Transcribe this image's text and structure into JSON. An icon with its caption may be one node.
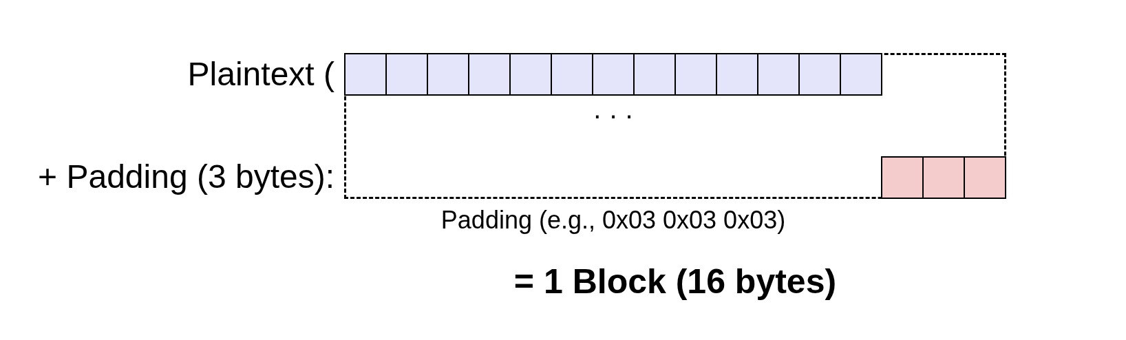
{
  "diagram": {
    "nodes": [
      {
        "text": [],
        "shape": "box"
      },
      {
        "text": [],
        "shape": "box",
        "in": 0
      },
      {
        "text": [],
        "shape": "box",
        "in": 0
      },
      {
        "text": [],
        "shape": "box",
        "in": 0
      },
      {
        "text": [],
        "shape": "box",
        "in": 0
      },
      {
        "text": [],
        "shape": "box",
        "in": 0
      },
      {
        "text": [],
        "shape": "box",
        "in": 0
      },
      {
        "text": [],
        "shape": "box",
        "in": 0
      },
      {
        "text": [],
        "shape": "box",
        "in": 0
      },
      {
        "text": [],
        "shape": "box",
        "in": 0
      },
      {
        "text": [],
        "shape": "box",
        "in": 0
      },
      {
        "text": [],
        "shape": "box",
        "in": 0
      },
      {
        "text": [],
        "shape": "box",
        "in": 0
      },
      {
        "text": [],
        "shape": "box",
        "in": 0
      },
      {
        "text": [],
        "shape": "box",
        "in": 0
      },
      {
        "text": [],
        "shape": "box",
        "in": 0
      },
      {
        "text": [],
        "shape": "box",
        "in": 0
      }
    ],
    "labels": [
      "Plaintext (",
      "...",
      "+ Padding (3 bytes):",
      "Padding (e.g., 0x03 0x03 0x03)",
      "= 1 Block (16 bytes)"
    ]
  }
}
